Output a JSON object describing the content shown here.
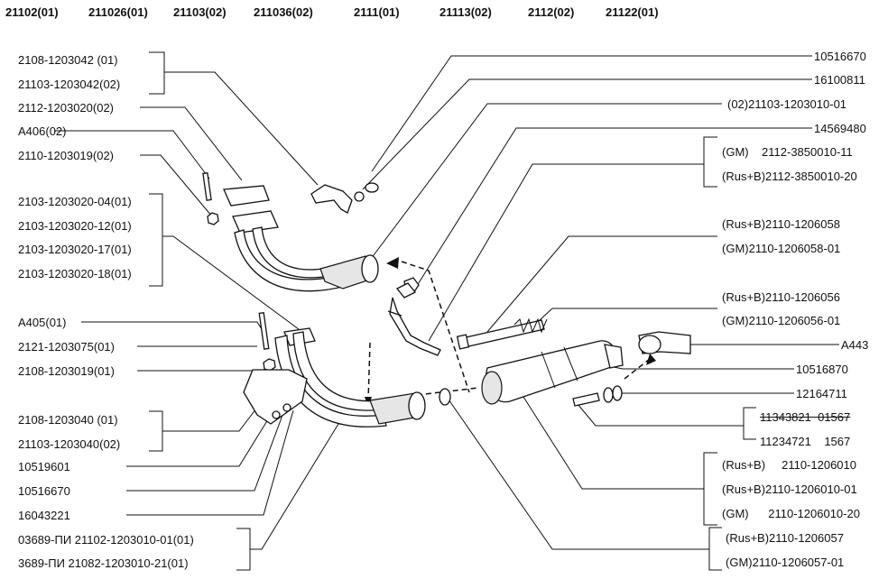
{
  "header": {
    "models": [
      "21102(01)",
      "211026(01)",
      "21103(02)",
      "211036(02)",
      "2111(01)",
      "21113(02)",
      "2112(02)",
      "21122(01)"
    ]
  },
  "left_labels": [
    "2108-1203042 (01)",
    "21103-1203042(02)",
    "2112-1203020(02)",
    "A406(02)",
    "2110-1203019(02)",
    "2103-1203020-04(01)",
    "2103-1203020-12(01)",
    "2103-1203020-17(01)",
    "2103-1203020-18(01)",
    "A405(01)",
    "2121-1203075(01)",
    "2108-1203019(01)",
    "2108-1203040 (01)",
    "21103-1203040(02)",
    "10519601",
    "10516670",
    "16043221",
    "03689-ПИ 21102-1203010-01(01)",
    "3689-ПИ  21082-1203010-21(01)"
  ],
  "right_labels": [
    "10516670",
    "16100811",
    "(02)21103-1203010-01",
    "14569480",
    "(GM)    2112-3850010-11",
    "(Rus+B)2112-3850010-20",
    "(Rus+B)2110-1206058",
    "(GM)2110-1206058-01",
    "(Rus+B)2110-1206056",
    "(GM)2110-1206056-01",
    "A443",
    "10516870",
    "12164711",
    "11343821  01567",
    "11234721    1567",
    "(Rus+B)     2110-1206010",
    "(Rus+B)2110-1206010-01",
    "(GM)      2110-1206010-20",
    "(Rus+B)2110-1206057",
    "(GM)2110-1206057-01"
  ],
  "colors": {
    "ink": "#111111",
    "paper": "#ffffff",
    "shade": "#e6e6e6"
  }
}
